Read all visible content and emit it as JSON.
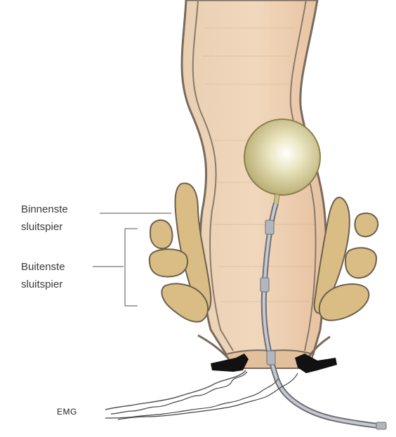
{
  "labels": {
    "inner_sphincter": {
      "line1": "Binnenste",
      "line2": "sluitspier"
    },
    "outer_sphincter": {
      "line1": "Buitenste",
      "line2": "sluitspier"
    },
    "emg": "EMG"
  },
  "colors": {
    "tissue": "#e8c8a4",
    "tissue_dark": "#d9b08a",
    "wall_outline": "#7a6a5c",
    "muscle": "#d9bd85",
    "muscle_outline": "#6d5f4c",
    "balloon": "#d8cf9c",
    "catheter": "#b9bcc2",
    "electrode": "#111111"
  }
}
